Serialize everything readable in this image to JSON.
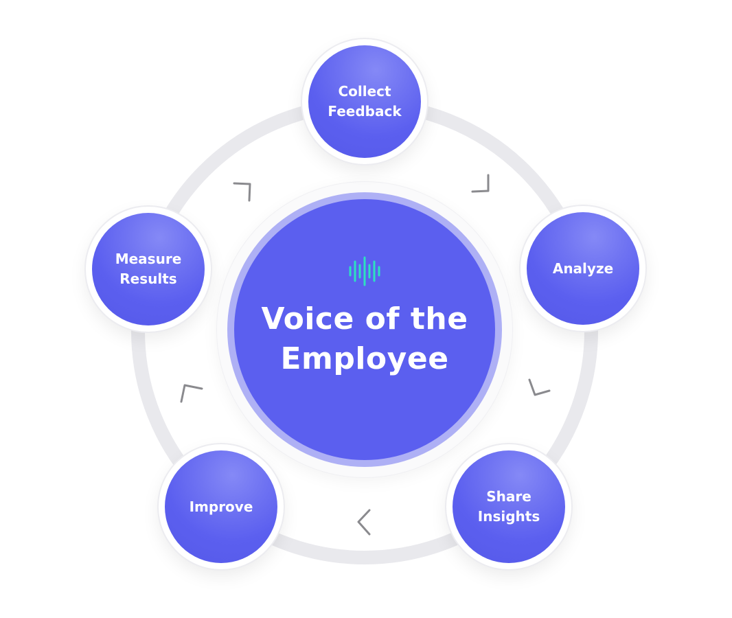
{
  "diagram": {
    "title": "Voice of the Employee",
    "title_lines": [
      "Voice of the",
      "Employee"
    ],
    "center_icon": "sound-wave-icon",
    "colors": {
      "primary": "#5b5fef",
      "center_ring": "#aeb0f5",
      "track": "#e9e9ed",
      "icon_accent": "#2de0c0",
      "arrow": "#8a8a8e",
      "text": "#ffffff"
    },
    "flow_direction": "clockwise",
    "steps": [
      {
        "id": "collect-feedback",
        "label": "Collect\nFeedback",
        "lines": [
          "Collect",
          "Feedback"
        ]
      },
      {
        "id": "analyze",
        "label": "Analyze",
        "lines": [
          "Analyze"
        ]
      },
      {
        "id": "share-insights",
        "label": "Share\nInsights",
        "lines": [
          "Share",
          "Insights"
        ]
      },
      {
        "id": "improve",
        "label": "Improve",
        "lines": [
          "Improve"
        ]
      },
      {
        "id": "measure-results",
        "label": "Measure\nResults",
        "lines": [
          "Measure",
          "Results"
        ]
      }
    ],
    "arrows": [
      {
        "from": "collect-feedback",
        "to": "analyze",
        "icon": "chevron-right-icon"
      },
      {
        "from": "analyze",
        "to": "share-insights",
        "icon": "chevron-down-icon"
      },
      {
        "from": "share-insights",
        "to": "improve",
        "icon": "chevron-left-icon"
      },
      {
        "from": "improve",
        "to": "measure-results",
        "icon": "chevron-up-left-icon"
      },
      {
        "from": "measure-results",
        "to": "collect-feedback",
        "icon": "chevron-up-right-icon"
      }
    ]
  }
}
